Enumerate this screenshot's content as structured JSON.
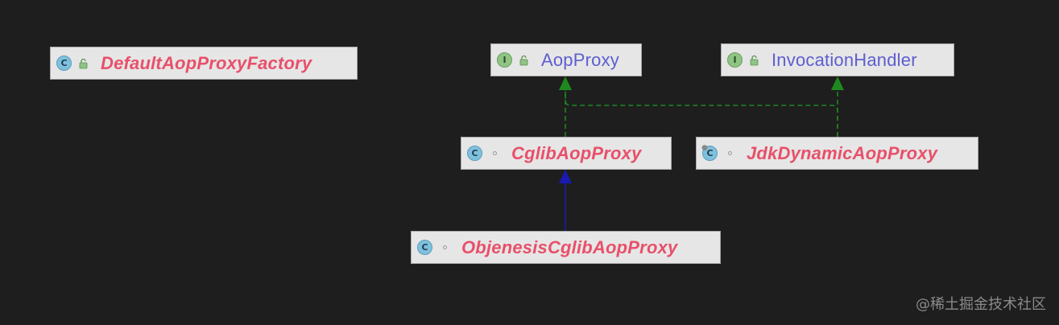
{
  "diagram": {
    "nodes": [
      {
        "id": "default_aop_proxy_factory",
        "label": "DefaultAopProxyFactory",
        "kind": "class",
        "badge": "C",
        "visibility": "public"
      },
      {
        "id": "aop_proxy",
        "label": "AopProxy",
        "kind": "interface",
        "badge": "I",
        "visibility": "public"
      },
      {
        "id": "invocation_handler",
        "label": "InvocationHandler",
        "kind": "interface",
        "badge": "I",
        "visibility": "public"
      },
      {
        "id": "cglib_aop_proxy",
        "label": "CglibAopProxy",
        "kind": "class",
        "badge": "C",
        "visibility": "package-private"
      },
      {
        "id": "jdk_dynamic_aop_proxy",
        "label": "JdkDynamicAopProxy",
        "kind": "class",
        "badge": "C",
        "visibility": "package-private",
        "final": true
      },
      {
        "id": "objenesis_cglib_aop_proxy",
        "label": "ObjenesisCglibAopProxy",
        "kind": "class",
        "badge": "C",
        "visibility": "package-private"
      }
    ],
    "edges": [
      {
        "from": "cglib_aop_proxy",
        "to": "aop_proxy",
        "type": "implements"
      },
      {
        "from": "jdk_dynamic_aop_proxy",
        "to": "aop_proxy",
        "type": "implements"
      },
      {
        "from": "jdk_dynamic_aop_proxy",
        "to": "invocation_handler",
        "type": "implements"
      },
      {
        "from": "objenesis_cglib_aop_proxy",
        "to": "cglib_aop_proxy",
        "type": "extends"
      }
    ]
  },
  "colors": {
    "class_name": "#e8506a",
    "interface_name": "#5e5ed0",
    "implements_edge": "#1e8a1e",
    "extends_edge": "#1a1ab0",
    "background": "#1e1e1f"
  },
  "icons": {
    "class_badge": "class-c-icon",
    "interface_badge": "interface-i-icon",
    "public": "unlocked-padlock-icon",
    "package_private": "hollow-dot-icon",
    "final": "pin-mark-icon"
  },
  "watermark": "@稀土掘金技术社区"
}
